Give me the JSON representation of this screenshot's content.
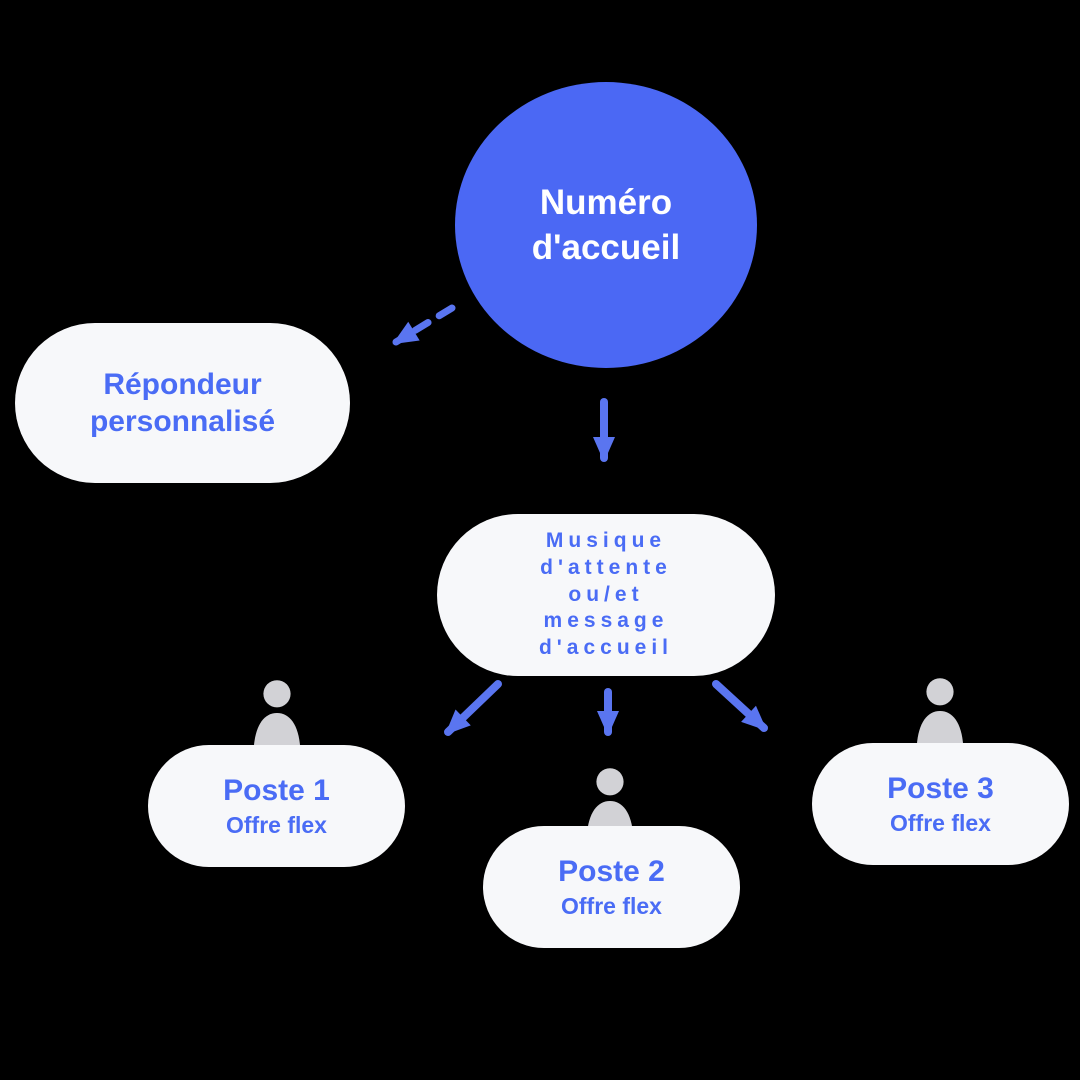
{
  "colors": {
    "background": "#000000",
    "accent": "#4b68f4",
    "text-blue": "#4a6cf5",
    "arrow": "#5a75f0",
    "pill-bg": "#f7f8fa",
    "person-gray": "#d2d2d6",
    "circle-text": "#ffffff"
  },
  "diagram": {
    "root": {
      "label": "Numéro d'accueil"
    },
    "repondeur": {
      "label": "Répondeur personnalisé"
    },
    "musique": {
      "lines": [
        "Musique",
        "d'attente",
        "ou/et",
        "message",
        "d'accueil"
      ]
    },
    "postes": [
      {
        "title": "Poste 1",
        "subtitle": "Offre flex"
      },
      {
        "title": "Poste 2",
        "subtitle": "Offre flex"
      },
      {
        "title": "Poste 3",
        "subtitle": "Offre flex"
      }
    ]
  }
}
